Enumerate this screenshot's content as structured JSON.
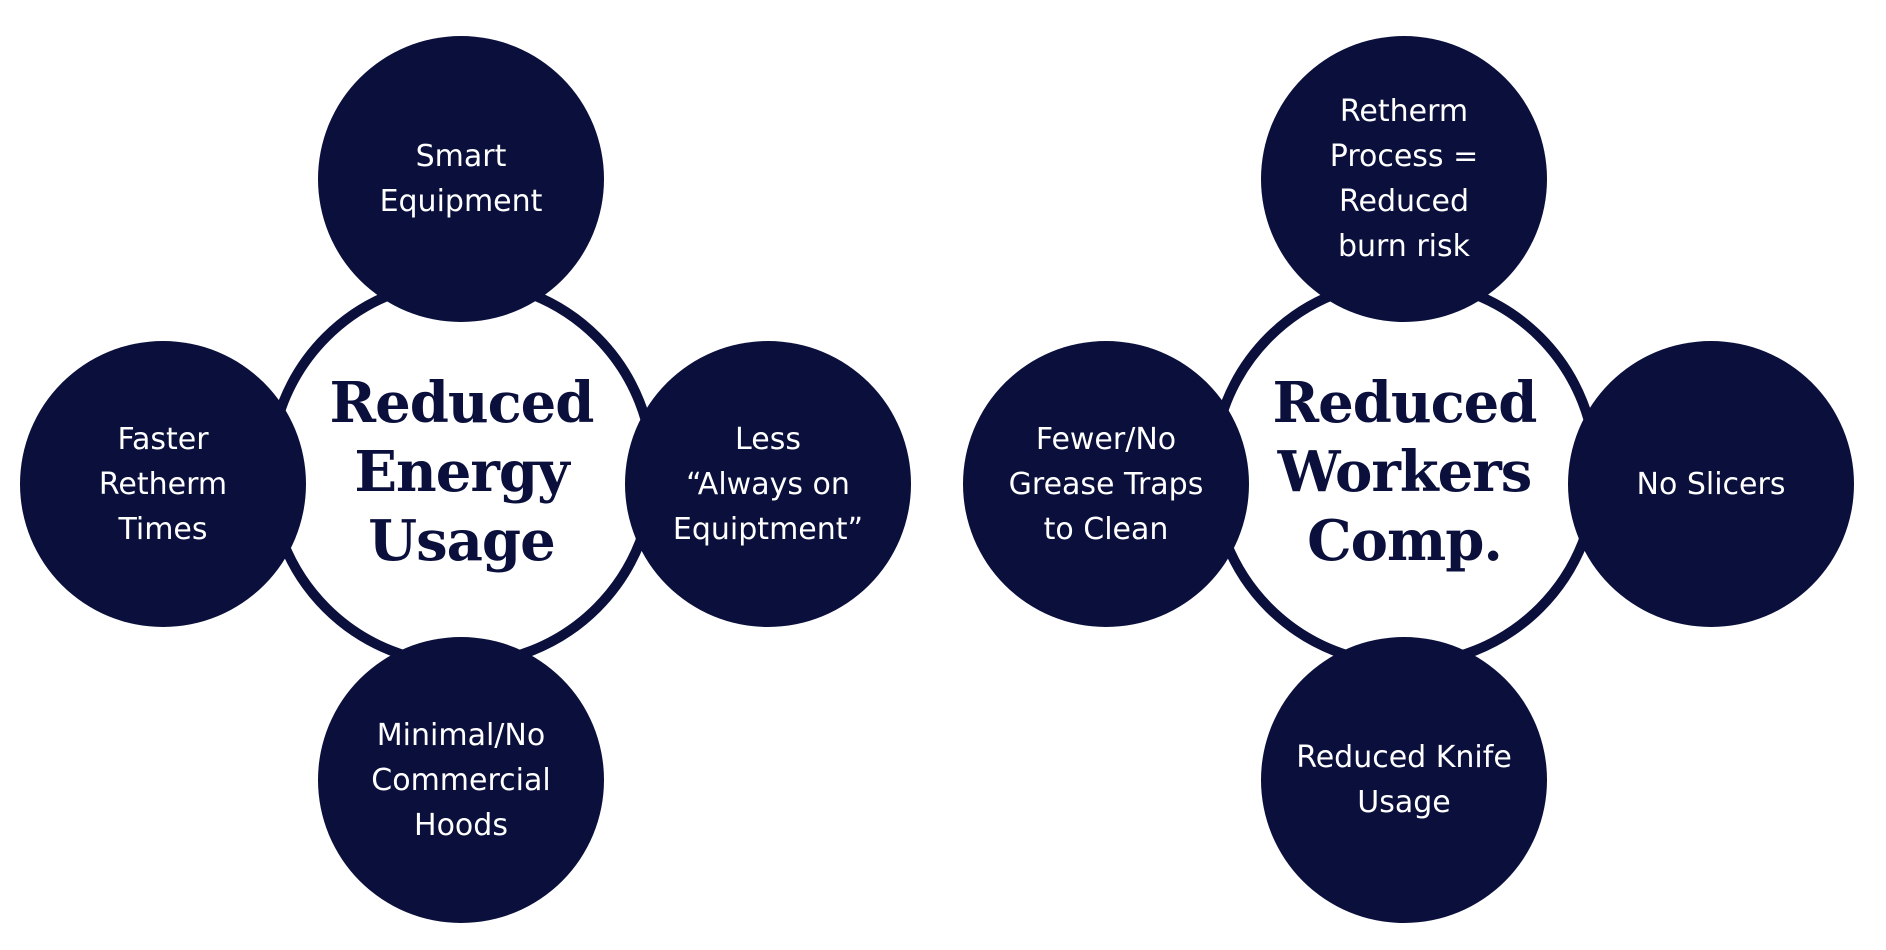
{
  "colors": {
    "navy": "#0a0f3c",
    "background": "#ffffff",
    "node_text": "#ffffff"
  },
  "diagrams": [
    {
      "center": "Reduced\nEnergy\nUsage",
      "nodes": {
        "top": "Smart\nEquipment",
        "left": "Faster\nRetherm\nTimes",
        "right": "Less\n“Always on\nEquiptment”",
        "bottom": "Minimal/No\nCommercial\nHoods"
      }
    },
    {
      "center": "Reduced\nWorkers\nComp.",
      "nodes": {
        "top": "Retherm\nProcess =\nReduced\nburn risk",
        "left": "Fewer/No\nGrease Traps\nto Clean",
        "right": "No Slicers",
        "bottom": "Reduced Knife\nUsage"
      }
    }
  ]
}
